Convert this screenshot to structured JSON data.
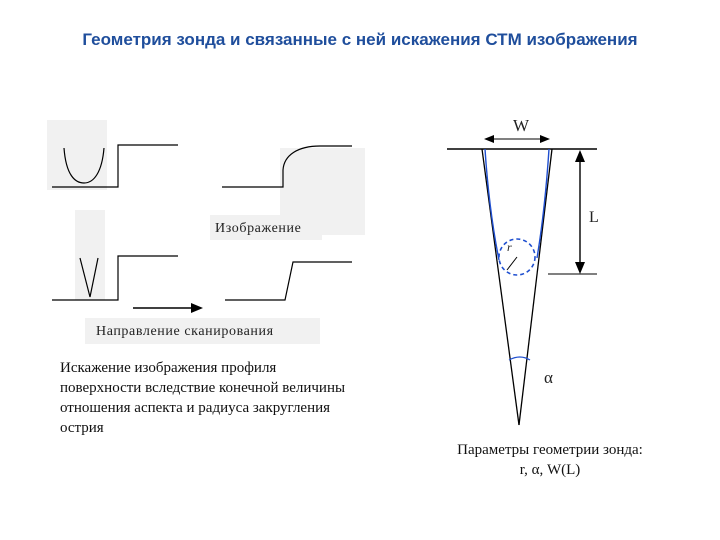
{
  "title": "Геометрия зонда и связанные с ней искажения СТМ изображения",
  "left_panel": {
    "image_label": "Изображение",
    "scan_direction_label": "Направление сканирования",
    "caption": "Искажение изображения профиля поверхности вследствие конечной величины отношения аспекта и радиуса закругления острия"
  },
  "right_panel": {
    "width_label": "W",
    "length_label": "L",
    "radius_label": "r",
    "angle_label": "α",
    "caption_line1": "Параметры геометрии зонда:",
    "caption_line2": "r, α, W(L)"
  }
}
